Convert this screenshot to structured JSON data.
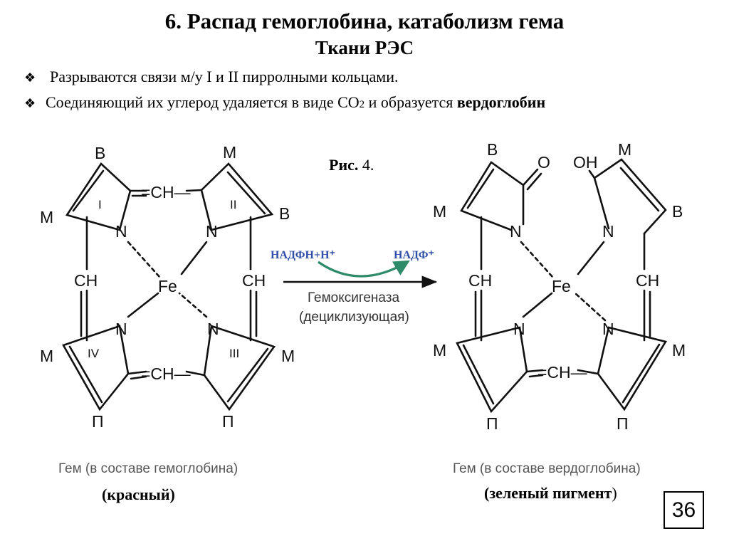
{
  "slide": {
    "title": "6. Распад гемоглобина,  катаболизм гема",
    "subtitle": "Ткани РЭС",
    "bullets": [
      "Разрываются связи м/у I и II пирролными кольцами.",
      "Соединяющий их углерод удаляется в виде СО",
      "2",
      " и образуется ",
      "вердоглобин"
    ],
    "bullet_mark": "❖",
    "figure_label": "Рис.",
    "figure_number": "4",
    "figure_dot": ".",
    "page_number": "36"
  },
  "left_structure": {
    "caption": "Гем (в составе гемоглобина)",
    "color_label": "(красный)",
    "labels": {
      "B_top": "B",
      "M_top": "M",
      "M_left": "M",
      "B_right": "B",
      "M_left_low": "M",
      "M_right_low": "M",
      "P_left": "П",
      "P_right": "П",
      "CH_top": "=CH—",
      "CH_left": "CH",
      "CH_right": "CH",
      "CH_bottom": "=CH—",
      "N1": "N",
      "N2": "N",
      "N3": "N",
      "N4": "N",
      "Fe": "Fe",
      "ring1": "I",
      "ring2": "II",
      "ring3": "III",
      "ring4": "IV"
    }
  },
  "right_structure": {
    "caption": "Гем (в составе вердоглобина)",
    "color_label_bold": "(зеленый пигмент",
    "color_label_tail": ")",
    "labels": {
      "B_top": "B",
      "O": "O",
      "OH": "OH",
      "M_top": "M",
      "M_left": "M",
      "B_right": "B",
      "M_left_low": "M",
      "M_right_low": "M",
      "P_left": "П",
      "P_right": "П",
      "CH_left": "CH",
      "CH_right": "CH",
      "CH_bottom": "=CH—",
      "N1": "N",
      "N2": "N",
      "N3": "N",
      "N4": "N",
      "Fe": "Fe"
    }
  },
  "reaction": {
    "cofactor_in": "НАДФН+Н⁺",
    "cofactor_out": "НАДФ⁺",
    "enzyme": "Гемоксигеназа",
    "enzyme_type": "(дециклизующая)"
  },
  "colors": {
    "cofactor_text": "#2f4fa8",
    "curved_arrow": "#2e8b6a"
  }
}
